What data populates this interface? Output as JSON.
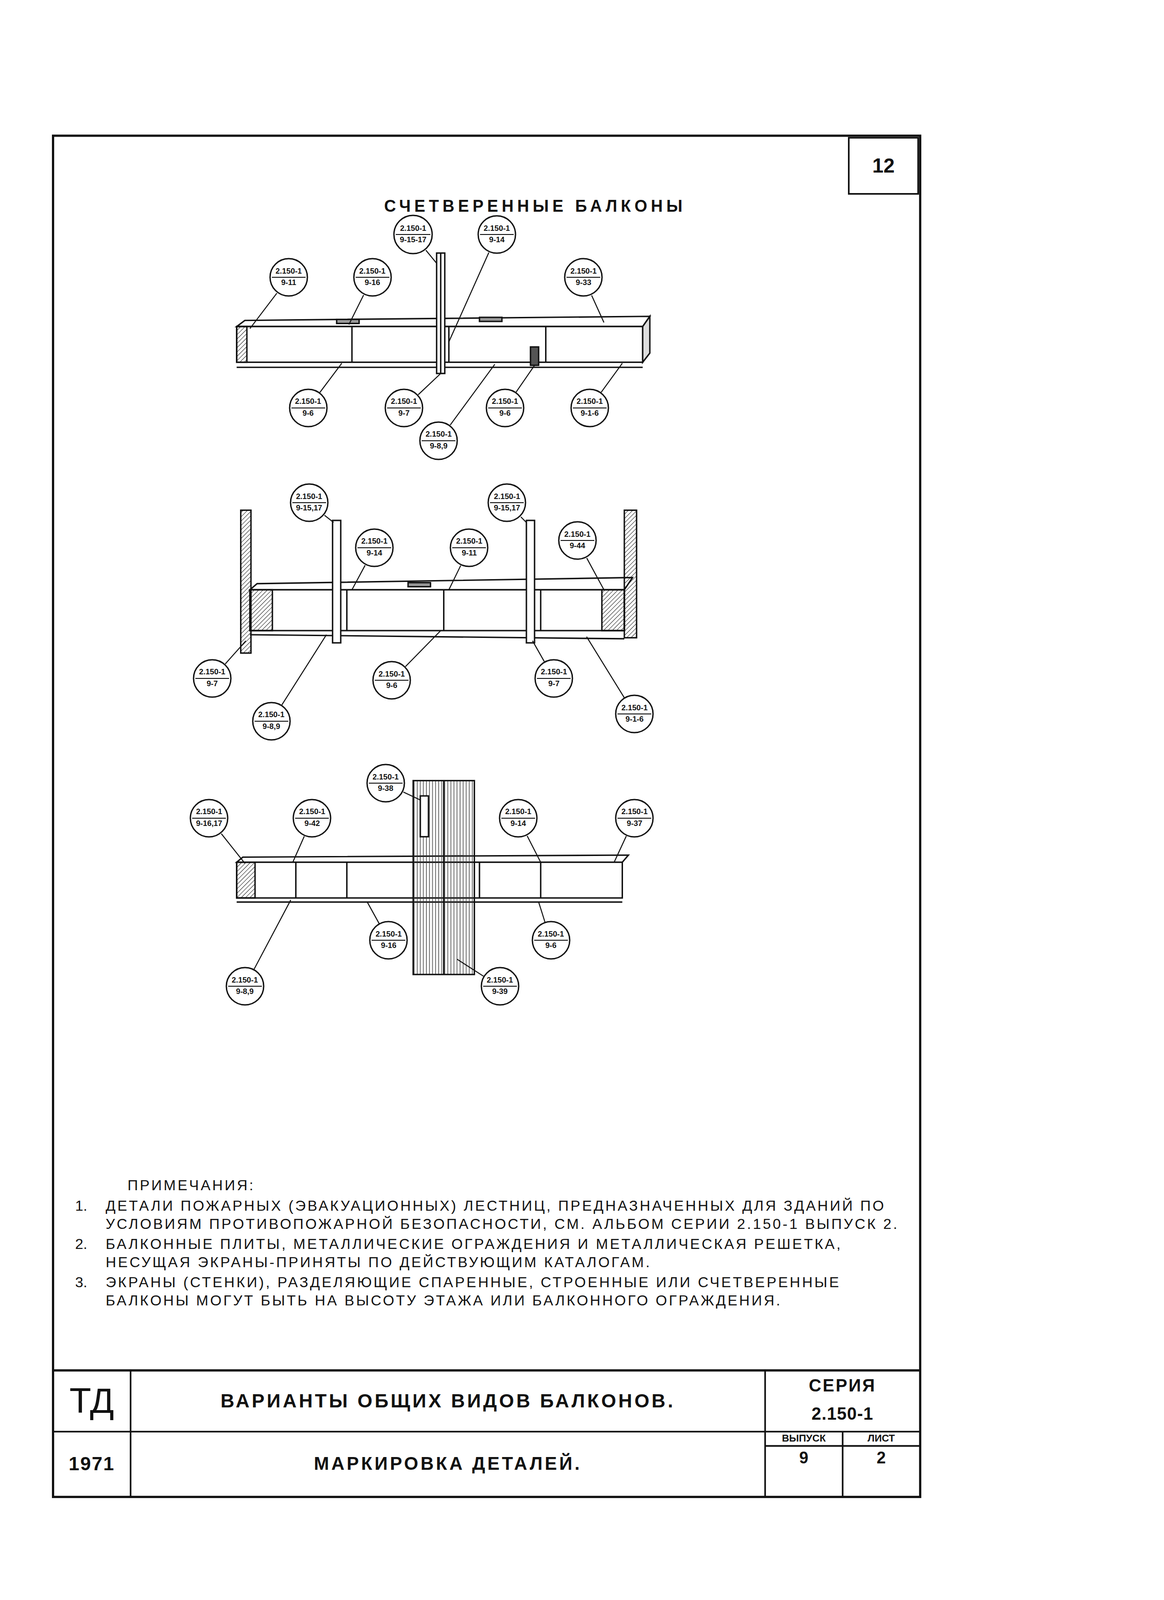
{
  "diagram": {
    "title": "СЧЕТВЕРЕННЫЕ БАЛКОНЫ",
    "nodes": [
      {
        "text": [
          "2.150-1",
          "9-11"
        ]
      },
      {
        "text": [
          "2.150-1",
          "9-16"
        ]
      },
      {
        "text": [
          "2.150-1",
          "9-15-17"
        ]
      },
      {
        "text": [
          "2.150-1",
          "9-14"
        ]
      },
      {
        "text": [
          "2.150-1",
          "9-33"
        ]
      },
      {
        "text": [
          "2.150-1",
          "9-6"
        ]
      },
      {
        "text": [
          "2.150-1",
          "9-7"
        ]
      },
      {
        "text": [
          "2.150-1",
          "9-8,9"
        ]
      },
      {
        "text": [
          "2.150-1",
          "9-6"
        ]
      },
      {
        "text": [
          "2.150-1",
          "9-1-6"
        ]
      },
      {
        "text": [
          "2.150-1",
          "9-15,17"
        ]
      },
      {
        "text": [
          "2.150-1",
          "9-14"
        ]
      },
      {
        "text": [
          "2.150-1",
          "9-11"
        ]
      },
      {
        "text": [
          "2.150-1",
          "9-15,17"
        ]
      },
      {
        "text": [
          "2.150-1",
          "9-44"
        ]
      },
      {
        "text": [
          "2.150-1",
          "9-7"
        ]
      },
      {
        "text": [
          "2.150-1",
          "9-8,9"
        ]
      },
      {
        "text": [
          "2.150-1",
          "9-6"
        ]
      },
      {
        "text": [
          "2.150-1",
          "9-7"
        ]
      },
      {
        "text": [
          "2.150-1",
          "9-1-6"
        ]
      },
      {
        "text": [
          "2.150-1",
          "9-38"
        ]
      },
      {
        "text": [
          "2.150-1",
          "9-16,17"
        ]
      },
      {
        "text": [
          "2.150-1",
          "9-42"
        ]
      },
      {
        "text": [
          "2.150-1",
          "9-14"
        ]
      },
      {
        "text": [
          "2.150-1",
          "9-37"
        ]
      },
      {
        "text": [
          "2.150-1",
          "9-16"
        ]
      },
      {
        "text": [
          "2.150-1",
          "9-6"
        ]
      },
      {
        "text": [
          "2.150-1",
          "9-8,9"
        ]
      },
      {
        "text": [
          "2.150-1",
          "9-39"
        ]
      }
    ],
    "labels": [
      "12",
      "ПРИМЕЧАНИЯ:",
      "1.",
      "ДЕТАЛИ ПОЖАРНЫХ (ЭВАКУАЦИОННЫХ) ЛЕСТНИЦ, ПРЕДНАЗНАЧЕННЫХ ДЛЯ ЗДАНИЙ ПО УСЛОВИЯМ ПРОТИВОПОЖАРНОЙ БЕЗОПАСНОСТИ, СМ. АЛЬБОМ СЕРИИ 2.150-1 ВЫПУСК 2.",
      "2.",
      "БАЛКОННЫЕ ПЛИТЫ, МЕТАЛЛИЧЕСКИЕ ОГРАЖДЕНИЯ И МЕТАЛЛИЧЕСКАЯ РЕШЕТКА, НЕСУЩАЯ ЭКРАНЫ-ПРИНЯТЫ ПО ДЕЙСТВУЮЩИМ КАТАЛОГАМ.",
      "3.",
      "ЭКРАНЫ (СТЕНКИ), РАЗДЕЛЯЮЩИЕ СПАРЕННЫЕ, СТРОЕННЫЕ ИЛИ СЧЕТВЕРЕННЫЕ БАЛКОНЫ МОГУТ БЫТЬ НА ВЫСОТУ ЭТАЖА ИЛИ БАЛКОННОГО ОГРАЖДЕНИЯ.",
      "ТД",
      "1971",
      "ВАРИАНТЫ ОБЩИХ ВИДОВ БАЛКОНОВ.",
      "МАРКИРОВКА ДЕТАЛЕЙ.",
      "СЕРИЯ",
      "2.150-1",
      "ВЫПУСК",
      "9",
      "ЛИСТ",
      "2"
    ]
  }
}
